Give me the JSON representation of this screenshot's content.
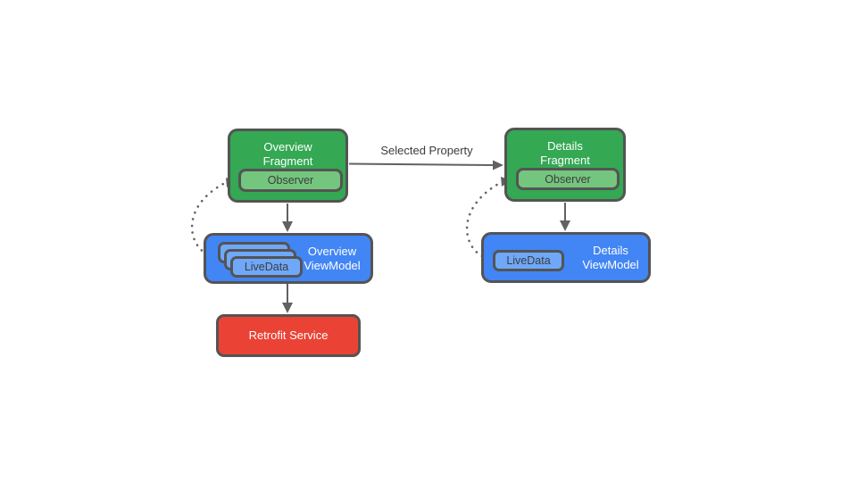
{
  "colors": {
    "background": "#ffffff",
    "green": "#34a853",
    "green_light": "#74c67e",
    "blue": "#4285f4",
    "blue_light": "#6fa8f9",
    "red": "#ea4335",
    "border": "#545454",
    "arrow": "#616161",
    "text_on_fill": "#ffffff",
    "text_dark": "#3d3d3d",
    "label": "#3c3c3c"
  },
  "nodes": {
    "overview_fragment": {
      "title_line1": "Overview",
      "title_line2": "Fragment",
      "observer_label": "Observer"
    },
    "details_fragment": {
      "title_line1": "Details",
      "title_line2": "Fragment",
      "observer_label": "Observer"
    },
    "overview_viewmodel": {
      "title_line1": "Overview",
      "title_line2": "ViewModel",
      "livedata_label": "LiveData"
    },
    "details_viewmodel": {
      "title_line1": "Details",
      "title_line2": "ViewModel",
      "livedata_label": "LiveData"
    },
    "retrofit_service": {
      "label": "Retrofit Service"
    }
  },
  "edges": {
    "selected_property": {
      "label": "Selected Property"
    }
  }
}
